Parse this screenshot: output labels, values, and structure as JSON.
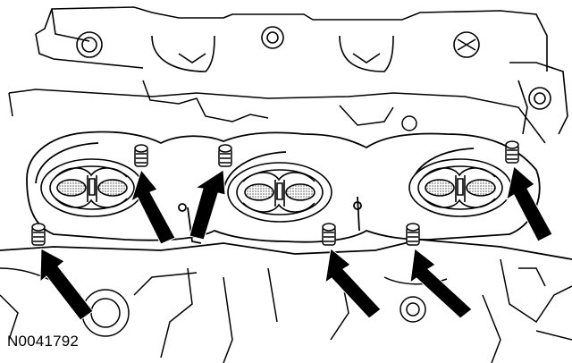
{
  "figure": {
    "id_label": "N0041792",
    "subject": "exhaust-manifold-studs",
    "stud_count": 6,
    "arrow_count": 6
  },
  "colors": {
    "line": "#000000",
    "background": "#ffffff"
  }
}
